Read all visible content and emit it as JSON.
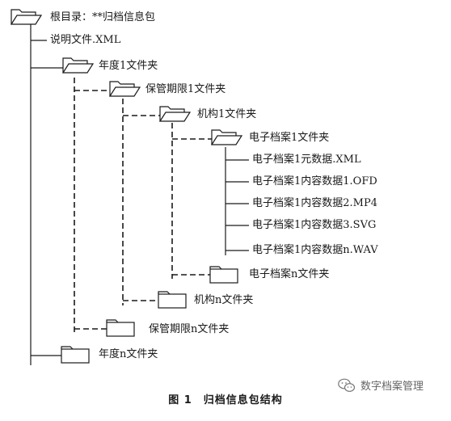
{
  "tree": {
    "root": {
      "label": "根目录：**归档信息包"
    },
    "nodes": [
      {
        "label": "说明文件.XML"
      },
      {
        "label": "年度1文件夹"
      },
      {
        "label": "保管期限1文件夹"
      },
      {
        "label": "机构1文件夹"
      },
      {
        "label": "电子档案1文件夹"
      },
      {
        "label": "电子档案1元数据.XML"
      },
      {
        "label": "电子档案1内容数据1.OFD"
      },
      {
        "label": "电子档案1内容数据2.MP4"
      },
      {
        "label": "电子档案1内容数据3.SVG"
      },
      {
        "label": "电子档案1内容数据n.WAV"
      },
      {
        "label": "电子档案n文件夹"
      },
      {
        "label": "机构n文件夹"
      },
      {
        "label": "保管期限n文件夹"
      },
      {
        "label": "年度n文件夹"
      }
    ]
  },
  "caption": "图 1　归档信息包结构",
  "watermark": "数字档案管理",
  "colors": {
    "line": "#1a1a1a",
    "folder_fill": "#ffffff",
    "folder_stroke": "#1a1a1a"
  }
}
